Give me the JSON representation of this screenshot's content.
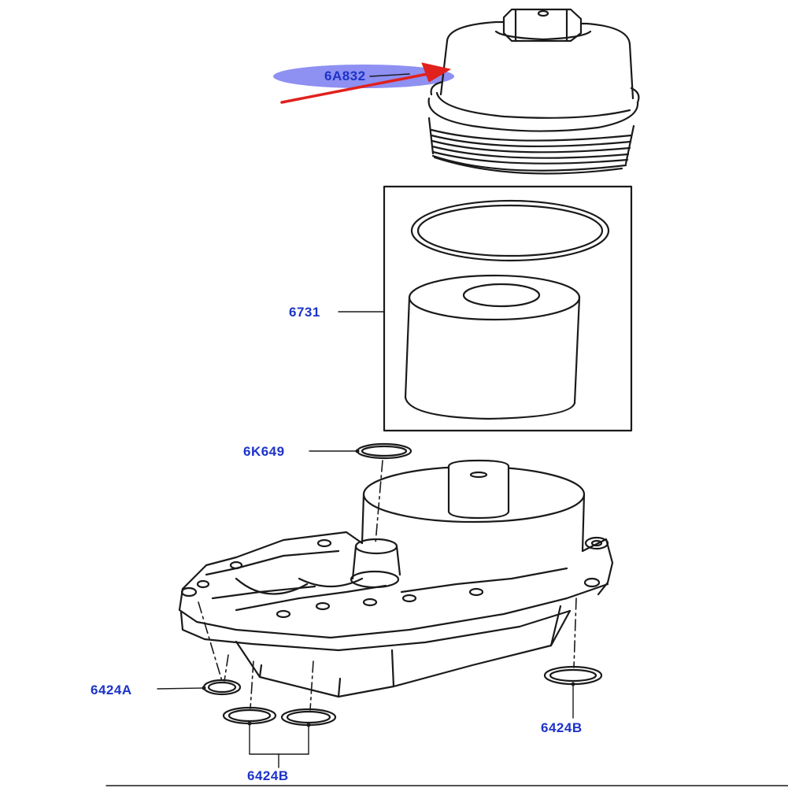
{
  "diagram": {
    "colors": {
      "line": "#1a1a1a",
      "label": "#1c33c9",
      "arrow": "#e0211e",
      "highlight": "#7a7cf0"
    },
    "parts": {
      "cap": "6A832",
      "filter_kit": "6731",
      "top_seal": "6K649",
      "left_seal": "6424A",
      "right_seal": "6424B",
      "bottom_seals": "6424B"
    }
  }
}
